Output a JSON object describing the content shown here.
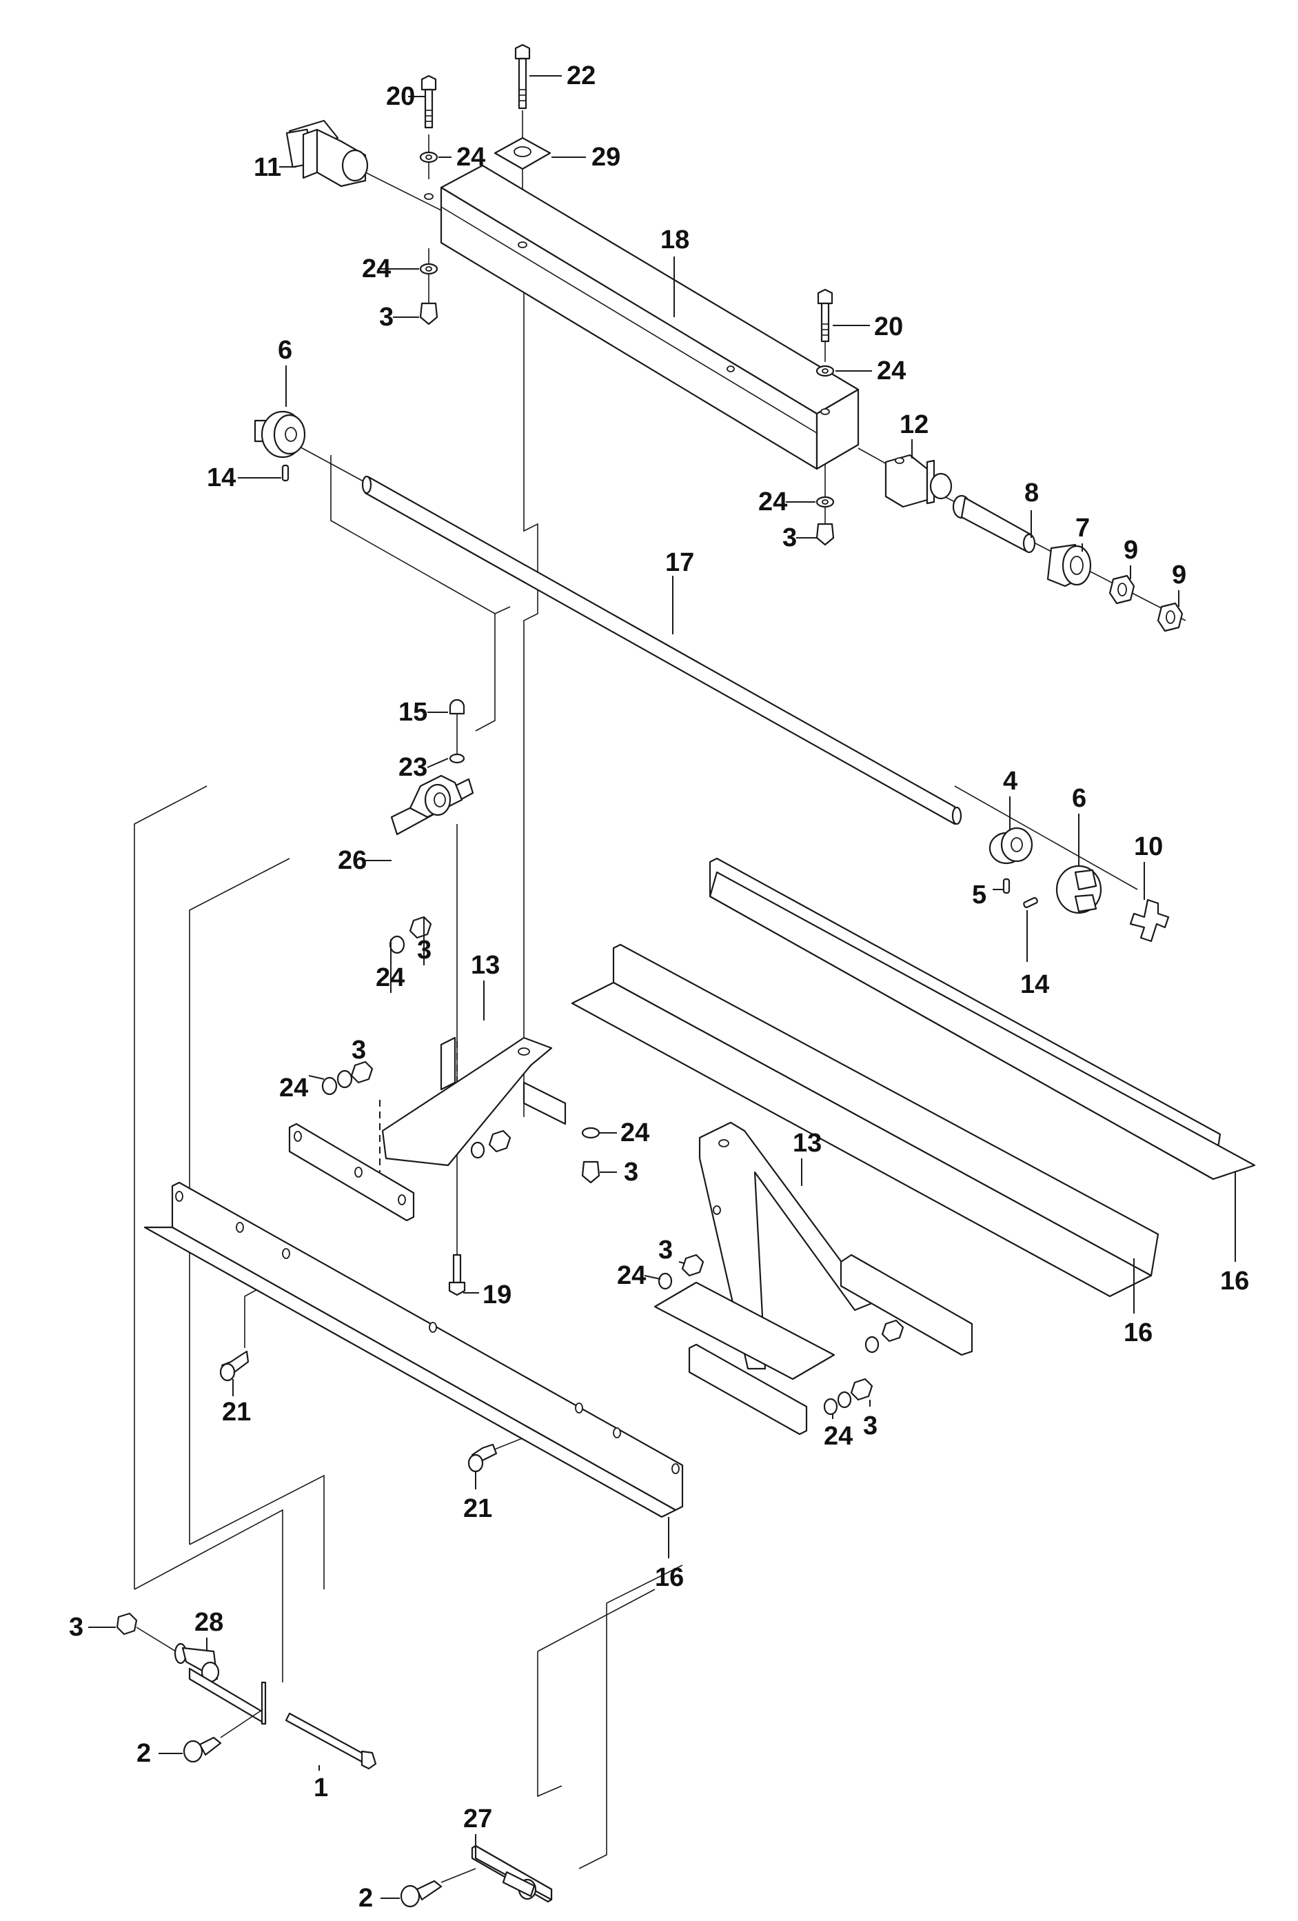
{
  "diagram": {
    "type": "exploded-parts-view",
    "line_color": "#1a1a1a",
    "background": "#ffffff",
    "callouts": [
      {
        "id": "c20a",
        "label": "20",
        "part": "bolt"
      },
      {
        "id": "c22",
        "label": "22",
        "part": "bolt-long"
      },
      {
        "id": "c24a",
        "label": "24",
        "part": "washer"
      },
      {
        "id": "c29",
        "label": "29",
        "part": "square-plate-washer"
      },
      {
        "id": "c11",
        "label": "11",
        "part": "end-coupler-left"
      },
      {
        "id": "c24b",
        "label": "24",
        "part": "washer"
      },
      {
        "id": "c3a",
        "label": "3",
        "part": "nut"
      },
      {
        "id": "c18",
        "label": "18",
        "part": "square-tube-beam"
      },
      {
        "id": "c20b",
        "label": "20",
        "part": "bolt"
      },
      {
        "id": "c24c",
        "label": "24",
        "part": "washer"
      },
      {
        "id": "c6a",
        "label": "6",
        "part": "coupling-half"
      },
      {
        "id": "c14a",
        "label": "14",
        "part": "pin"
      },
      {
        "id": "c12",
        "label": "12",
        "part": "end-coupler-right"
      },
      {
        "id": "c24d",
        "label": "24",
        "part": "washer"
      },
      {
        "id": "c3b",
        "label": "3",
        "part": "nut"
      },
      {
        "id": "c8",
        "label": "8",
        "part": "shaft-stub"
      },
      {
        "id": "c7",
        "label": "7",
        "part": "bushing"
      },
      {
        "id": "c9a",
        "label": "9",
        "part": "hex-nut"
      },
      {
        "id": "c9b",
        "label": "9",
        "part": "hex-nut"
      },
      {
        "id": "c17",
        "label": "17",
        "part": "drive-shaft"
      },
      {
        "id": "c15",
        "label": "15",
        "part": "cap-nut"
      },
      {
        "id": "c23",
        "label": "23",
        "part": "washer-small"
      },
      {
        "id": "c26",
        "label": "26",
        "part": "pillow-block-bearing"
      },
      {
        "id": "c4",
        "label": "4",
        "part": "collar"
      },
      {
        "id": "c6b",
        "label": "6",
        "part": "coupling-half"
      },
      {
        "id": "c10",
        "label": "10",
        "part": "spider-insert"
      },
      {
        "id": "c5",
        "label": "5",
        "part": "pin"
      },
      {
        "id": "c14b",
        "label": "14",
        "part": "pin"
      },
      {
        "id": "c3c",
        "label": "3",
        "part": "nut"
      },
      {
        "id": "c24e",
        "label": "24",
        "part": "washer"
      },
      {
        "id": "c13a",
        "label": "13",
        "part": "support-bracket"
      },
      {
        "id": "c3d",
        "label": "3",
        "part": "nut"
      },
      {
        "id": "c24f",
        "label": "24",
        "part": "washer"
      },
      {
        "id": "c24g",
        "label": "24",
        "part": "washer"
      },
      {
        "id": "c3e",
        "label": "3",
        "part": "nut"
      },
      {
        "id": "c13b",
        "label": "13",
        "part": "support-bracket"
      },
      {
        "id": "c19",
        "label": "19",
        "part": "bolt"
      },
      {
        "id": "c21a",
        "label": "21",
        "part": "bolt-short"
      },
      {
        "id": "c3f",
        "label": "3",
        "part": "nut"
      },
      {
        "id": "c24h",
        "label": "24",
        "part": "washer"
      },
      {
        "id": "c16a",
        "label": "16",
        "part": "angle-rail"
      },
      {
        "id": "c16b",
        "label": "16",
        "part": "angle-rail"
      },
      {
        "id": "c24i",
        "label": "24",
        "part": "washer"
      },
      {
        "id": "c3g",
        "label": "3",
        "part": "nut"
      },
      {
        "id": "c21b",
        "label": "21",
        "part": "bolt-short"
      },
      {
        "id": "c16c",
        "label": "16",
        "part": "angle-rail"
      },
      {
        "id": "c3h",
        "label": "3",
        "part": "nut"
      },
      {
        "id": "c28",
        "label": "28",
        "part": "clamp-bracket"
      },
      {
        "id": "c2a",
        "label": "2",
        "part": "carriage-bolt"
      },
      {
        "id": "c1",
        "label": "1",
        "part": "long-bolt"
      },
      {
        "id": "c27",
        "label": "27",
        "part": "clamp-bracket"
      },
      {
        "id": "c2b",
        "label": "2",
        "part": "carriage-bolt"
      }
    ]
  }
}
